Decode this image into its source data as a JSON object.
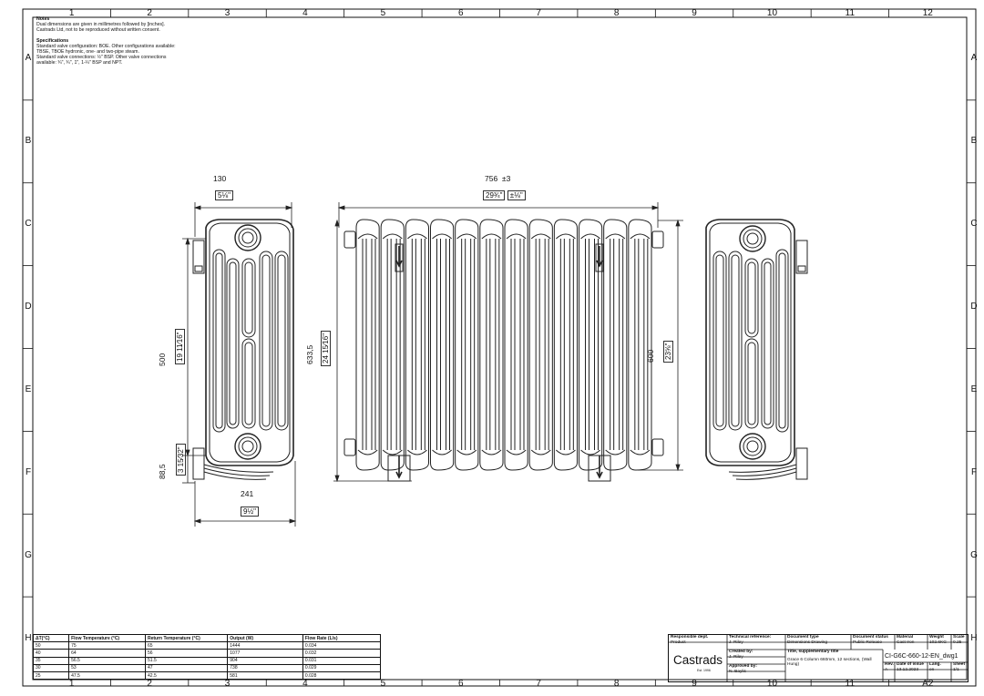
{
  "zones": {
    "columns": [
      "1",
      "2",
      "3",
      "4",
      "5",
      "6",
      "7",
      "8",
      "9",
      "10",
      "11",
      "12"
    ],
    "rows": [
      "A",
      "B",
      "C",
      "D",
      "E",
      "F",
      "G",
      "H"
    ],
    "bottom_right": "A2"
  },
  "notes": {
    "heading": "Notes",
    "lines": [
      "Dual dimensions are given in millimetres followed by [inches].",
      "Castrads Ltd, not to be reproduced without written consent."
    ],
    "spec_heading": "Specifications",
    "spec_lines": [
      "Standard valve configuration: BOE. Other configurations available:",
      "TBSE, TBOE hydronic, one- and two-pipe steam.",
      "Standard valve connections: ½\" BSP. Other valve connections",
      "available: ¾\", ¾\", 1\", 1-¼\" BSP and NPT."
    ]
  },
  "dimensions": {
    "side_width_mm": "130",
    "side_width_in": "5⅛\"",
    "side_height_mm": "500",
    "side_height_in": "19 11⁄16\"",
    "foot_mm": "88,5",
    "foot_in": "3 15⁄32\"",
    "depth_mm": "241",
    "depth_in": "9½\"",
    "length_mm": "756",
    "length_tol": "±3",
    "length_in": "29¾\"",
    "length_in_tol": "±⅛\"",
    "overall_height_mm": "633,5",
    "overall_height_in": "24 15⁄16\"",
    "centres_mm": "600",
    "centres_in": "23⅝\""
  },
  "flow_table": {
    "headers": [
      "ΔT(°C)",
      "Flow Temperature (°C)",
      "Return Temperature (°C)",
      "Output (W)",
      "Flow Rate (L/s)"
    ],
    "rows": [
      [
        "50",
        "75",
        "65",
        "1444",
        "0.034"
      ],
      [
        "40",
        "64",
        "56",
        "1077",
        "0.032"
      ],
      [
        "35",
        "56.5",
        "51.5",
        "904",
        "0.031"
      ],
      [
        "30",
        "53",
        "47",
        "738",
        "0.029"
      ],
      [
        "25",
        "47.5",
        "42.5",
        "581",
        "0.028"
      ]
    ]
  },
  "title_block": {
    "responsible_dept_label": "Responsible dept.",
    "responsible_dept": "Product",
    "technical_ref_label": "Technical reference:",
    "technical_ref": "J. Riley",
    "created_by_label": "Created by:",
    "created_by": "J. Riley",
    "approved_by_label": "Approved by:",
    "approved_by": "N. Baylis",
    "document_type_label": "Document type",
    "document_type": "Dimensions Drawing",
    "document_status_label": "Document status",
    "document_status": "Public Release",
    "material_label": "Material",
    "material": "Cast Iron",
    "weight_label": "Weight",
    "weight": "102.6KG",
    "scale_label": "Scale",
    "scale": "0.25",
    "title_label": "Title, supplementary title",
    "title": "Grace 6 Column 660mm, 12 sections, (Wall Hung)",
    "doc_number": "CI-G6C-660-12-EN_dwg1",
    "rev_label": "Rev.",
    "rev": "A",
    "date_label": "Date of issue",
    "date": "13.12.2023",
    "lang_label": "Lang.",
    "lang": "en",
    "sheet_label": "Sheet",
    "sheet": "1/1",
    "logo": "Castrads",
    "est": "Est. 1996"
  }
}
